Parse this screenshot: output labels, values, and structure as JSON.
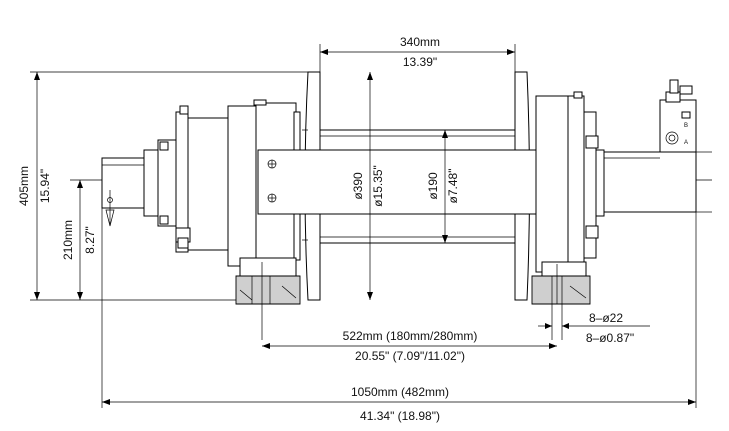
{
  "dimensions": {
    "drum_width": "340mm",
    "drum_width_in": "13.39\"",
    "overall_height": "405mm",
    "overall_height_in": "15.94\"",
    "center_height": "210mm",
    "center_height_in": "8.27\"",
    "flange_diameter": "ø390",
    "flange_diameter_in": "ø15.35\"",
    "drum_diameter": "ø190",
    "drum_diameter_in": "ø7.48\"",
    "mount_spacing": "522mm (180mm/280mm)",
    "mount_spacing_in": "20.55\" (7.09\"/11.02\")",
    "bolt_holes": "8–ø22",
    "bolt_holes_in": "8–ø0.87\"",
    "overall_length": "1050mm (482mm)",
    "overall_length_in": "41.34\" (18.98\")"
  },
  "valve_labels": {
    "port_b": "B",
    "port_a": "A"
  }
}
